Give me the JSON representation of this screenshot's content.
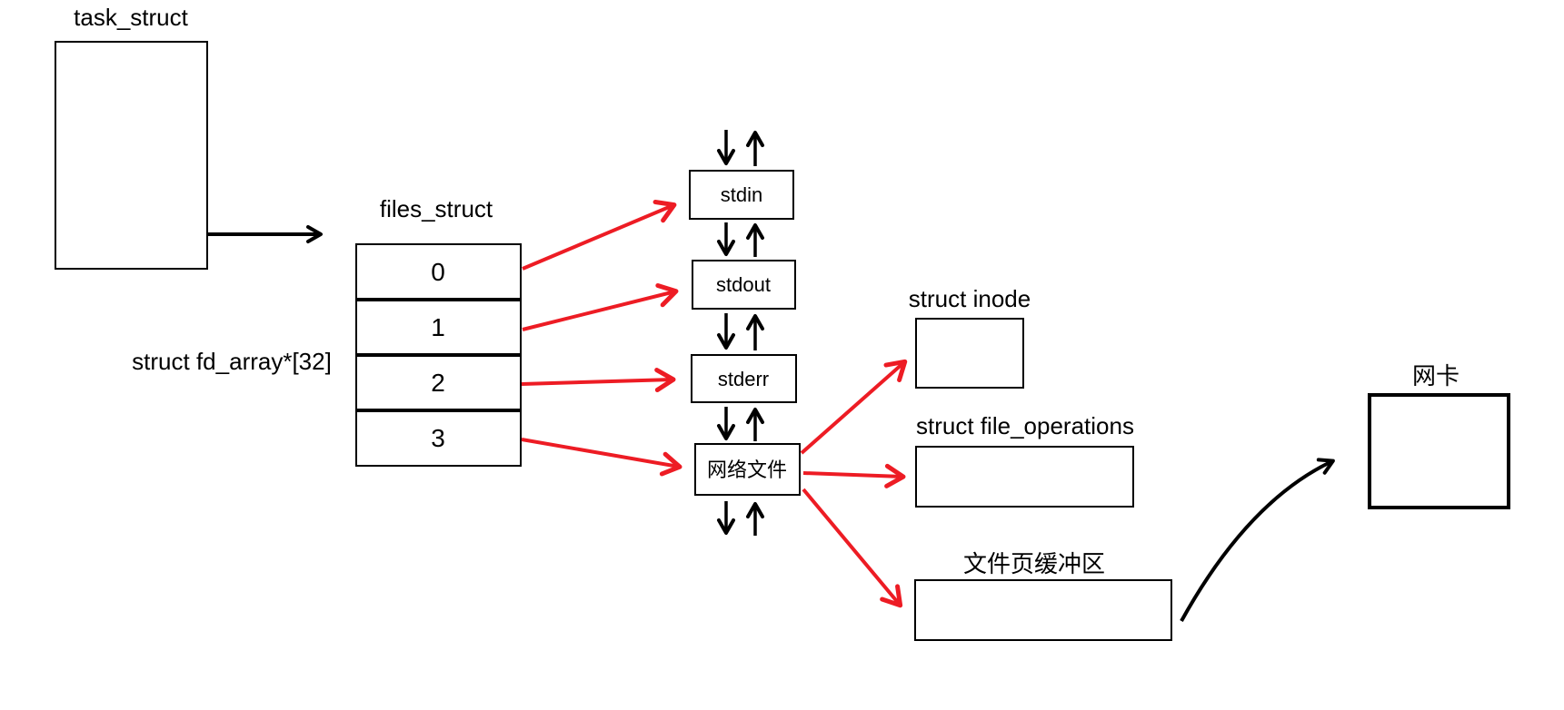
{
  "diagram": {
    "title_labels": {
      "task_struct": "task_struct",
      "files_struct": "files_struct",
      "fd_array": "struct fd_array*[32]",
      "struct_inode": "struct inode",
      "struct_file_operations": "struct file_operations",
      "file_page_buffer": "文件页缓冲区",
      "nic": "网卡"
    },
    "fd_table": {
      "rows": [
        "0",
        "1",
        "2",
        "3"
      ]
    },
    "file_boxes": {
      "stdin": "stdin",
      "stdout": "stdout",
      "stderr": "stderr",
      "network_file": "网络文件"
    },
    "colors": {
      "arrow_red": "#ed1c24",
      "line_black": "#000000",
      "background": "#ffffff"
    }
  }
}
